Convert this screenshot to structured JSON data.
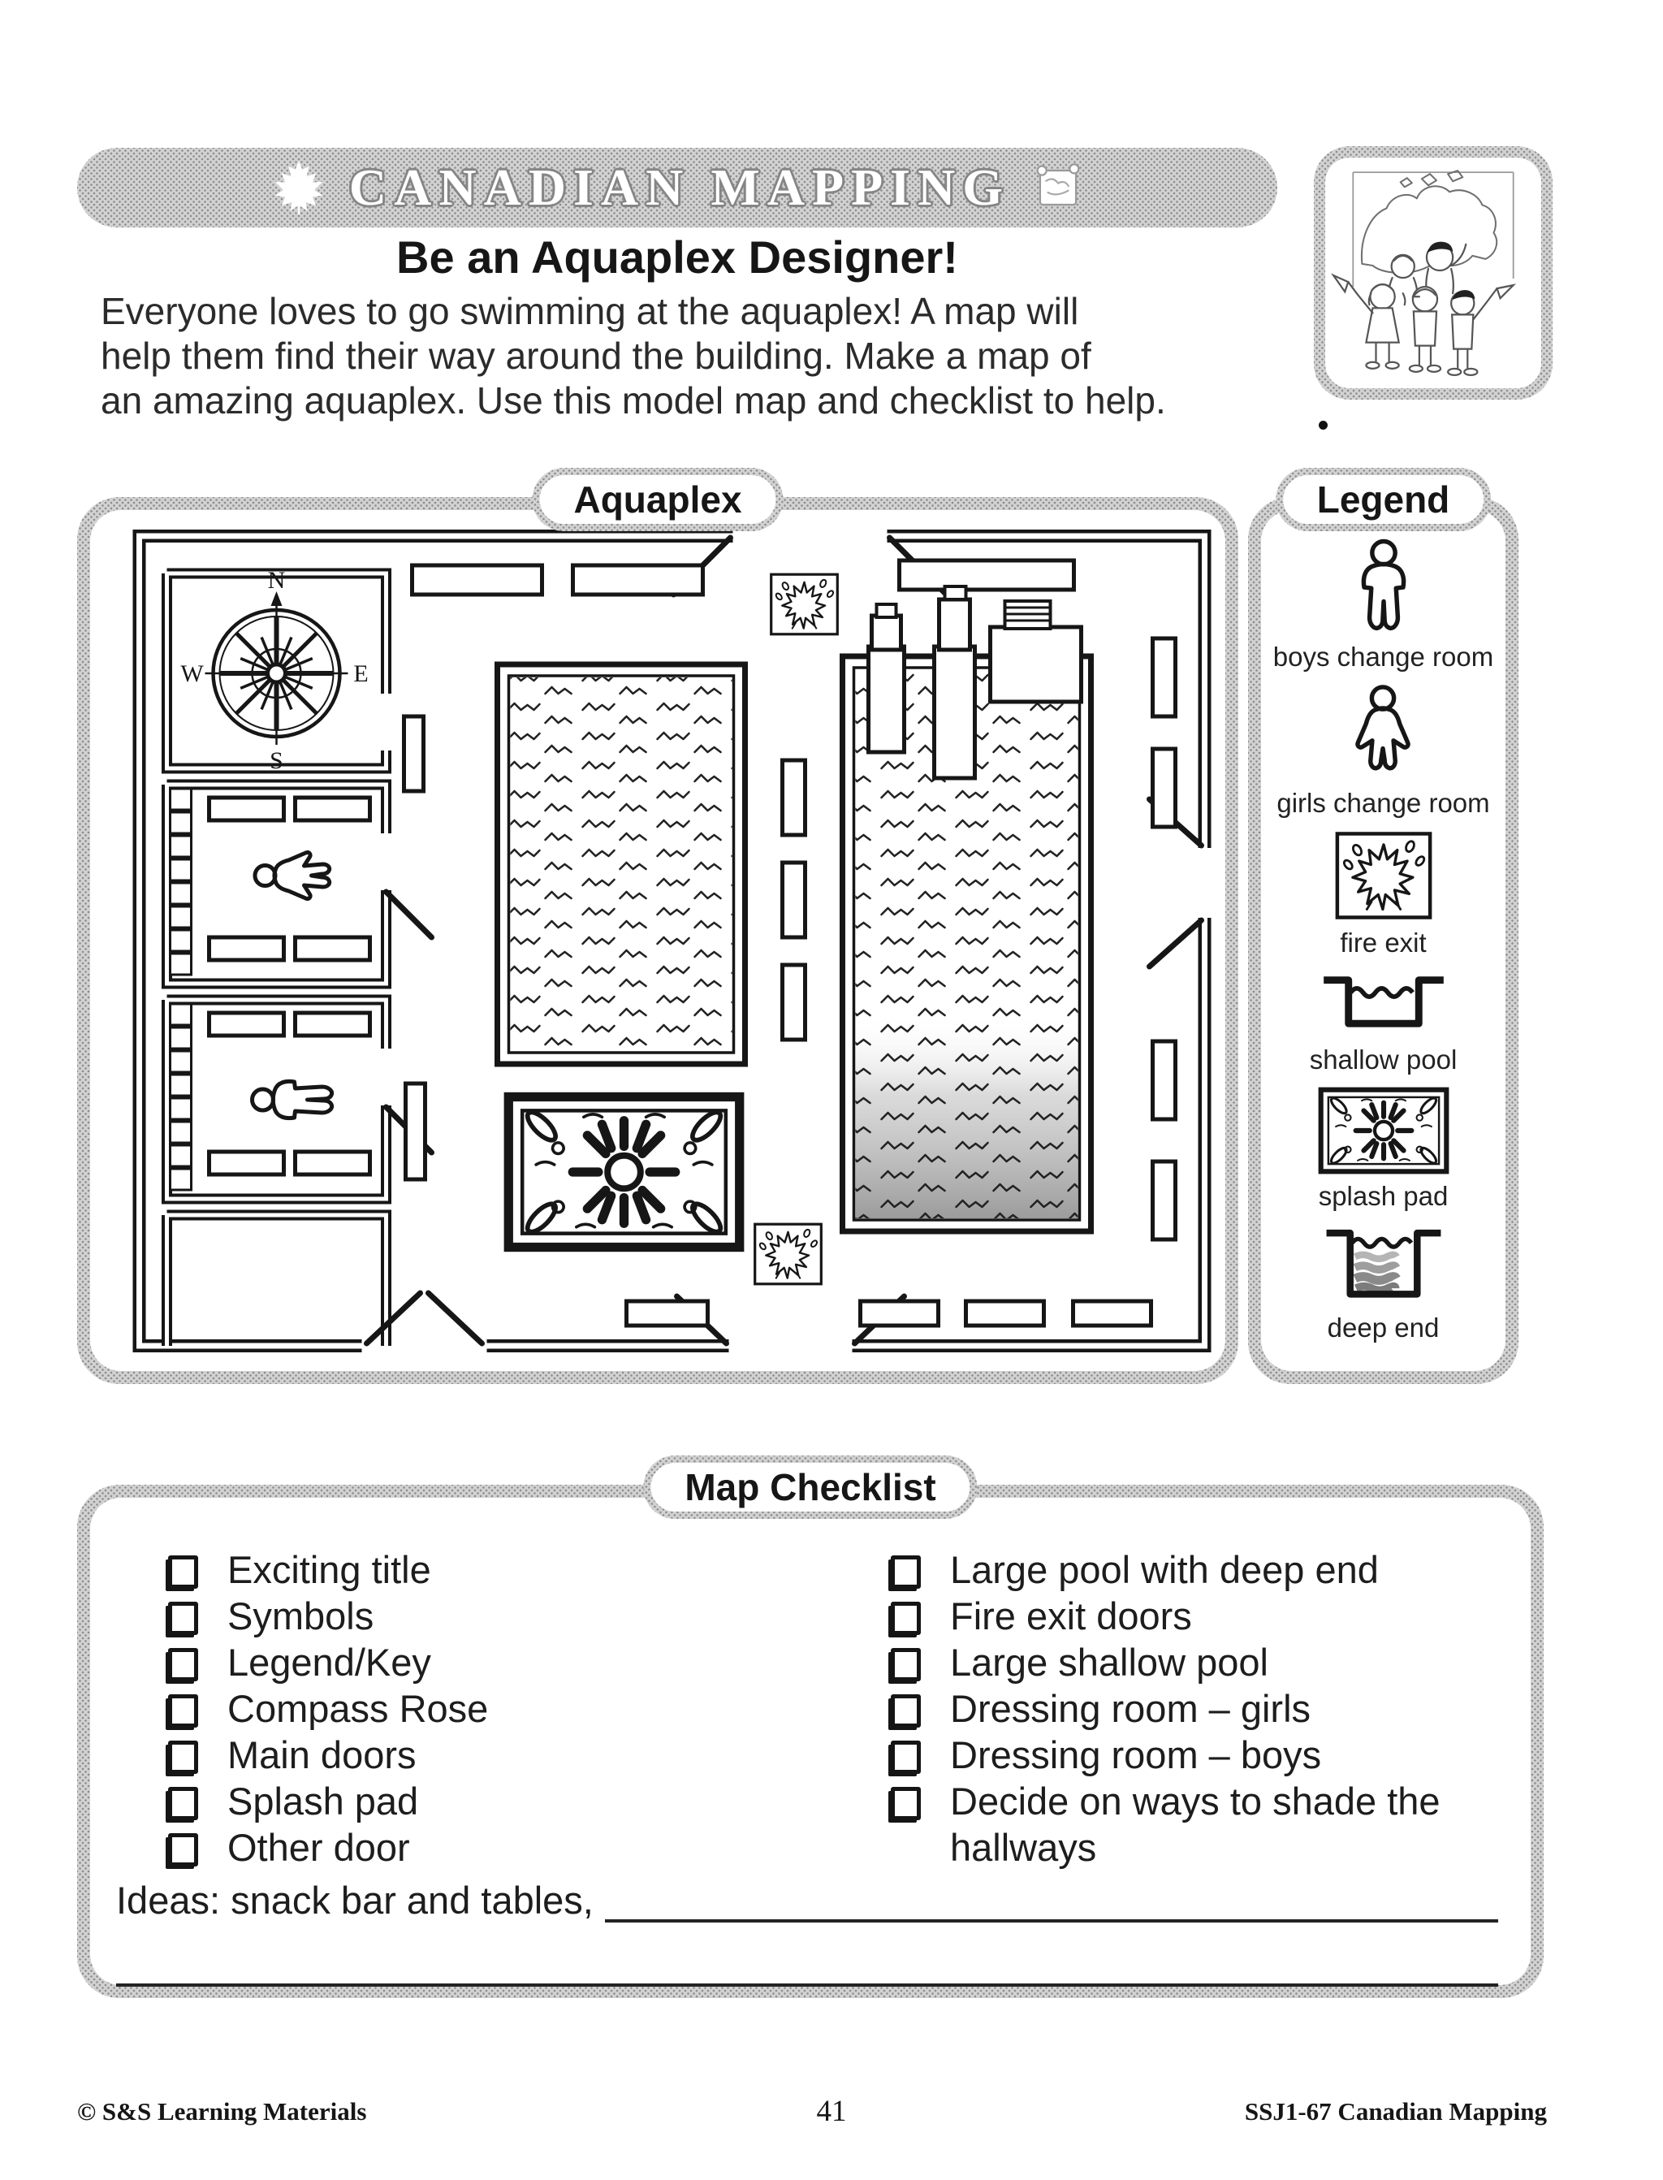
{
  "banner": {
    "title": "CANADIAN MAPPING",
    "maple_leaf_icon": "maple-leaf-icon",
    "map_scroll_icon": "map-scroll-icon"
  },
  "page": {
    "title": "Be an Aquaplex Designer!",
    "intro_lines": [
      "Everyone loves to go swimming at the aquaplex! A map will",
      "help them find their way around the building. Make a map of",
      "an amazing aquaplex. Use this model map and checklist to help."
    ]
  },
  "map": {
    "title": "Aquaplex",
    "compass": {
      "n": "N",
      "s": "S",
      "e": "E",
      "w": "W"
    }
  },
  "legend": {
    "title": "Legend",
    "items": [
      {
        "icon": "boy-icon",
        "label": "boys change room"
      },
      {
        "icon": "girl-icon",
        "label": "girls change room"
      },
      {
        "icon": "fire-exit-icon",
        "label": "fire exit"
      },
      {
        "icon": "shallow-pool-icon",
        "label": "shallow pool"
      },
      {
        "icon": "splash-pad-icon",
        "label": "splash pad"
      },
      {
        "icon": "deep-end-icon",
        "label": "deep end"
      }
    ]
  },
  "checklist": {
    "title": "Map Checklist",
    "left": [
      "Exciting title",
      "Symbols",
      "Legend/Key",
      "Compass Rose",
      "Main doors",
      "Splash pad",
      "Other door"
    ],
    "right": [
      "Large pool with deep end",
      "Fire exit doors",
      "Large shallow pool",
      "Dressing room – girls",
      "Dressing room – boys",
      "Decide on ways to shade the hallways"
    ],
    "ideas_label": "Ideas: snack bar and tables,"
  },
  "footer": {
    "left": "© S&S Learning Materials",
    "page_number": "41",
    "right": "SSJ1-67 Canadian Mapping"
  },
  "colors": {
    "ink": "#161616",
    "halftone_gray": "#8d8d8d",
    "deep_end_gray": "#9c9c9c"
  }
}
